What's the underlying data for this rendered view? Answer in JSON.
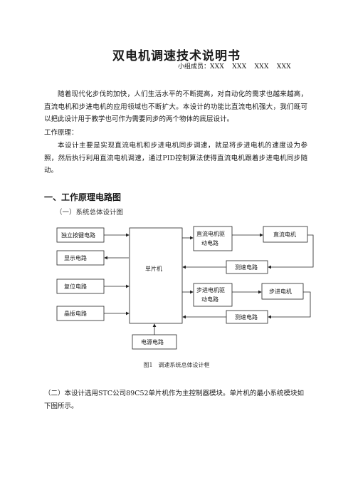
{
  "doc": {
    "title": "双电机调速技术说明书",
    "members_label": "小组成员：",
    "members": "XXX XXX XXX XXX",
    "intro": "随着现代化步伐的加快，人们生活水平的不断提高，对自动化的需求也越来越高，直流电机和步进电机的应用领域也不断扩大。本设计的功能比直流电机强大，我们既可以把此设计用于教学也可作为需要同步的两个物体的底层设计。",
    "principle_heading": "工作原理：",
    "principle": "本设计主要是实现直流电机和步进电机同步调速，就是将步进电机的速度设为参照，然后执行利用直流电机调速，通过PID控制算法使得直流电机跟着步进电机同步随动。",
    "section1": "一、工作原理电路图",
    "sub1": "（一）系统总体设计图",
    "caption": "图1　调速系统总体设计框",
    "para2": "（二）本设计选用STC公司89C52单片机作为主控制器模块。单片机的最小系统模块如下图所示。"
  },
  "diagram": {
    "keypad": "独立按键电路",
    "display": "显示电路",
    "reset": "复位电路",
    "crystal": "晶振电路",
    "mcu": "单片机",
    "power": "电源电路",
    "dc_driver_1": "直流电机驱",
    "dc_driver_2": "动电路",
    "dc_motor": "直流电机",
    "speed1": "测速电路",
    "step_driver_1": "步进电机驱",
    "step_driver_2": "动电路",
    "step_motor": "步进电机",
    "speed2": "测速电路"
  }
}
